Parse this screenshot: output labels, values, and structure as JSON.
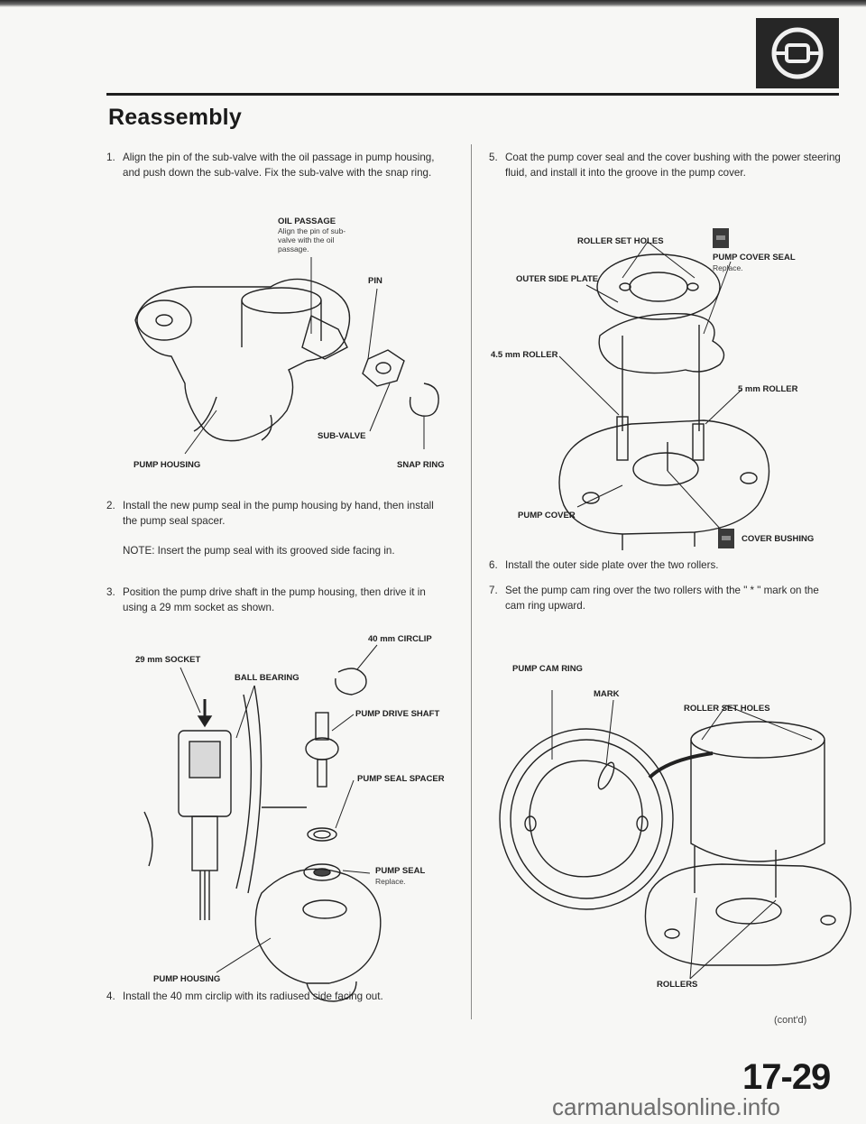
{
  "header": {
    "section_title": "Reassembly",
    "tab_icon": "steering-wheel-icon"
  },
  "steps": {
    "s1": {
      "num": "1.",
      "text": "Align the pin of the sub-valve with the oil passage in pump housing, and push down the sub-valve. Fix the sub-valve with the snap ring."
    },
    "s2": {
      "num": "2.",
      "text": "Install the new pump seal in the pump housing by hand, then install the pump seal spacer."
    },
    "s2_note": "NOTE: Insert the pump seal with its grooved side facing in.",
    "s3": {
      "num": "3.",
      "text": "Position the pump drive shaft in the pump housing, then drive it in using a 29 mm socket as shown."
    },
    "s4": {
      "num": "4.",
      "text": "Install the 40 mm circlip with its radiused side facing out."
    },
    "s5": {
      "num": "5.",
      "text": "Coat the pump cover seal and the cover bushing with the power steering fluid, and install it into the groove in the pump cover."
    },
    "s6": {
      "num": "6.",
      "text": "Install the outer side plate over the two rollers."
    },
    "s7": {
      "num": "7.",
      "text": "Set the pump cam ring over the two rollers with the \" * \" mark on the cam ring upward."
    }
  },
  "fig1": {
    "oil_passage": "OIL PASSAGE",
    "oil_passage_note": "Align the pin of sub-valve with the oil passage.",
    "pin": "PIN",
    "sub_valve": "SUB-VALVE",
    "pump_housing": "PUMP HOUSING",
    "snap_ring": "SNAP RING"
  },
  "fig2": {
    "circlip": "40 mm CIRCLIP",
    "socket": "29 mm SOCKET",
    "ball_bearing": "BALL BEARING",
    "drive_shaft": "PUMP DRIVE SHAFT",
    "seal_spacer": "PUMP SEAL SPACER",
    "pump_seal": "PUMP SEAL",
    "replace": "Replace.",
    "pump_housing": "PUMP HOUSING"
  },
  "fig3": {
    "roller_set_holes": "ROLLER SET HOLES",
    "cover_seal": "PUMP COVER SEAL",
    "replace": "Replace.",
    "outer_side_plate": "OUTER SIDE PLATE",
    "roller_45": "4.5 mm ROLLER",
    "roller_5": "5 mm ROLLER",
    "pump_cover": "PUMP COVER",
    "cover_bushing": "COVER BUSHING"
  },
  "fig4": {
    "cam_ring": "PUMP CAM RING",
    "mark": "MARK",
    "roller_set_holes": "ROLLER SET HOLES",
    "rollers": "ROLLERS"
  },
  "footer": {
    "contd": "(cont'd)",
    "page_number": "17-29",
    "watermark": "carmanualsonline.info"
  }
}
